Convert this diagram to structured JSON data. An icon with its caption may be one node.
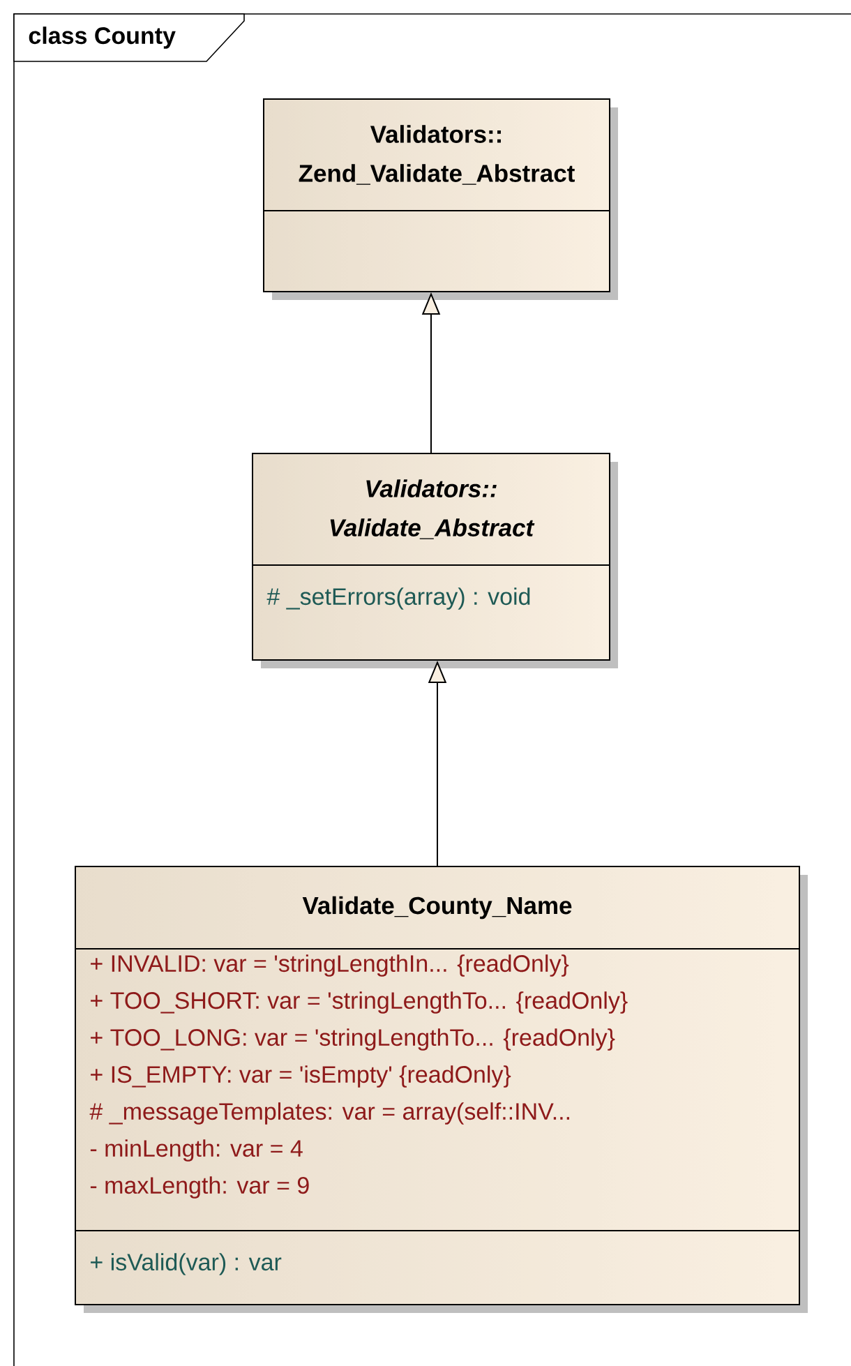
{
  "diagram": {
    "nodes": [
      {
        "text": [
          "class County"
        ]
      },
      {
        "text": [
          "Validators:: Zend_Validate_Abstract"
        ],
        "in": 0
      },
      {
        "text": [
          "Validators:: Validate_Abstract",
          "# _setErrors(array) : void"
        ],
        "in": 0
      },
      {
        "text": [
          "Validate_County_Name",
          "+ INVALID: var = 'stringLengthIn... {readOnly}",
          "+ TOO_SHORT: var = 'stringLengthTo... {readOnly}",
          "+ TOO_LONG: var = 'stringLengthTo... {readOnly}",
          "+ IS_EMPTY: var = 'isEmpty' {readOnly}",
          "# _messageTemplates: var = array(self::INV...",
          "- minLength: var = 4",
          "- maxLength: var = 9",
          "+ isValid(var) : var"
        ],
        "in": 0
      }
    ],
    "edges": [
      {
        "from": 2,
        "to": 1,
        "arrow": "to"
      },
      {
        "from": 3,
        "to": 2,
        "arrow": "to"
      }
    ]
  }
}
